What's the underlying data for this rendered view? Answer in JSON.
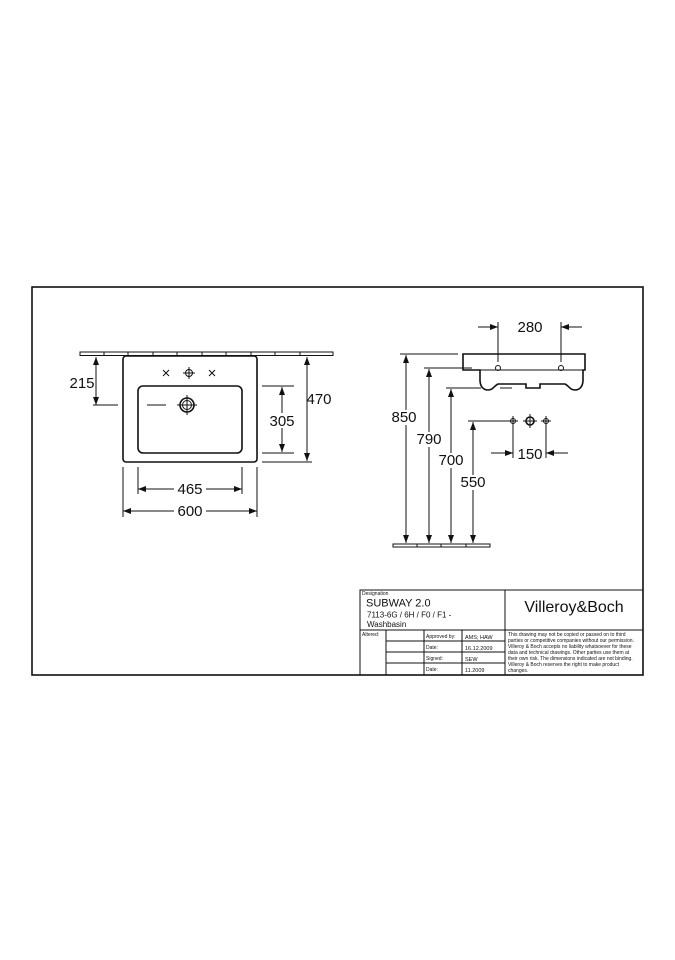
{
  "dimensions": {
    "front": {
      "d215": "215",
      "d470": "470",
      "d305": "305",
      "d465": "465",
      "d600": "600"
    },
    "side": {
      "d280": "280",
      "d850": "850",
      "d790": "790",
      "d700": "700",
      "d550": "550",
      "d150": "150"
    }
  },
  "title_block": {
    "designation_label": "Designation",
    "product": "SUBWAY 2.0",
    "article_line1": "7113-6G / 6H / F0 / F1 -",
    "article_line2": "Washbasin",
    "brand": "Villeroy&Boch",
    "altered_label": "Altered:",
    "rows": [
      {
        "label": "Approved by:",
        "value": "AMS; HAW"
      },
      {
        "label": "Date:",
        "value": "16.12.2009"
      },
      {
        "label": "Signed:",
        "value": "SEW"
      },
      {
        "label": "Date:",
        "value": "11.2009"
      }
    ],
    "disclaimer": [
      "This drawing may not be copied or passed on to third",
      "parties or competitive companies without our permission.",
      "Villeroy & Boch accepts no liability whatsoever for these",
      "data and technical drawings. Other parties use them at",
      "their own risk. The dimensions indicated are not binding.",
      "Villeroy & Boch reserves the right to make product",
      "changes."
    ]
  }
}
